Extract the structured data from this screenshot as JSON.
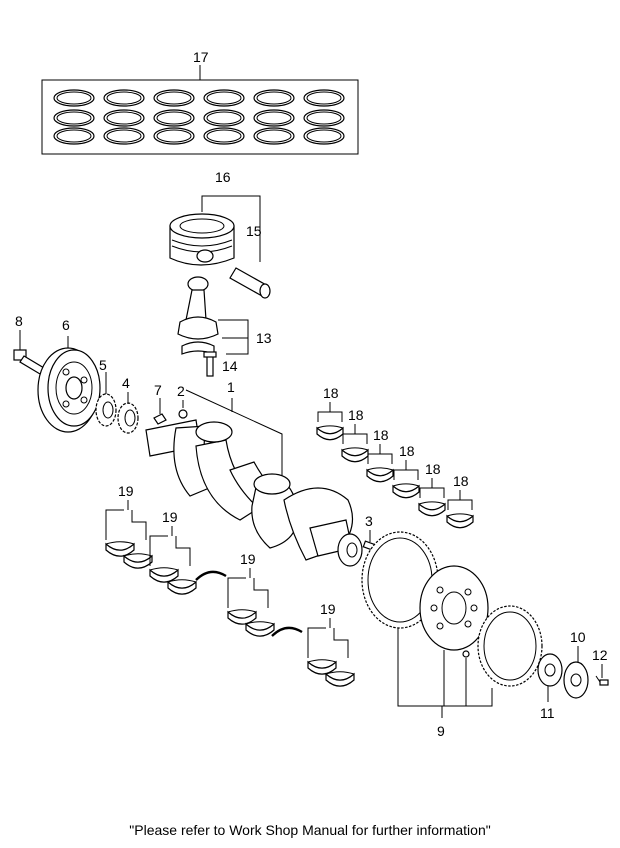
{
  "callouts": {
    "c1": "1",
    "c2": "2",
    "c3": "3",
    "c4": "4",
    "c5": "5",
    "c6": "6",
    "c7": "7",
    "c8": "8",
    "c9": "9",
    "c10": "10",
    "c11": "11",
    "c12": "12",
    "c13": "13",
    "c14": "14",
    "c15": "15",
    "c16": "16",
    "c17": "17",
    "c18": "18",
    "c19": "19"
  },
  "footer": "\"Please refer to Work Shop Manual for further information\""
}
